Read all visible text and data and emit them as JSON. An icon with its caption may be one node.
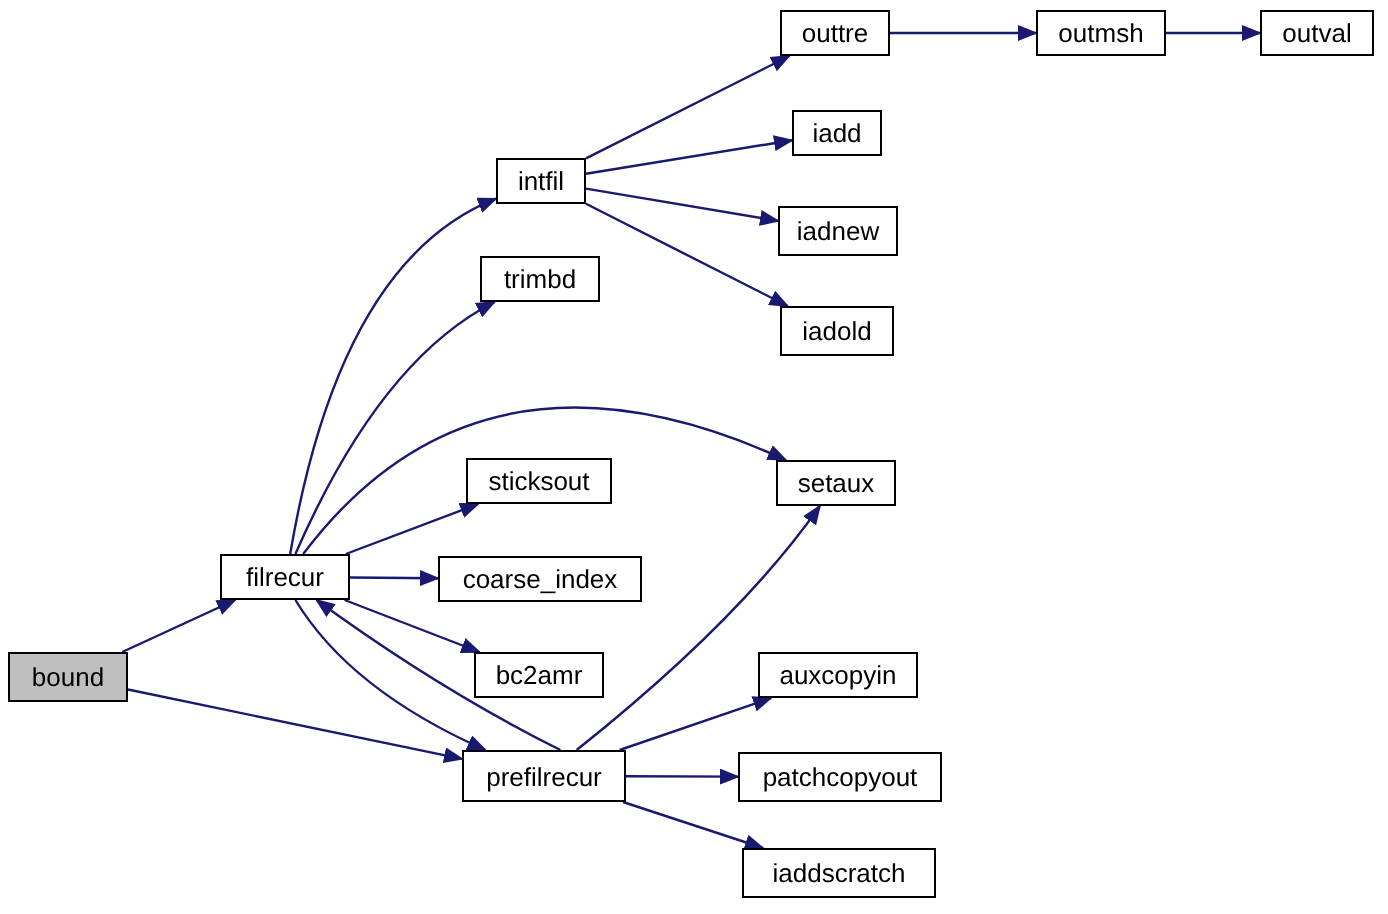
{
  "diagram": {
    "nodes": [
      {
        "text": [
          "bound"
        ]
      },
      {
        "text": [
          "filrecur"
        ]
      },
      {
        "text": [
          "intfil"
        ]
      },
      {
        "text": [
          "trimbd"
        ]
      },
      {
        "text": [
          "sticksout"
        ]
      },
      {
        "text": [
          "coarse_index"
        ]
      },
      {
        "text": [
          "bc2amr"
        ]
      },
      {
        "text": [
          "prefilrecur"
        ]
      },
      {
        "text": [
          "outtre"
        ]
      },
      {
        "text": [
          "outmsh"
        ]
      },
      {
        "text": [
          "outval"
        ]
      },
      {
        "text": [
          "iadd"
        ]
      },
      {
        "text": [
          "iadnew"
        ]
      },
      {
        "text": [
          "iadold"
        ]
      },
      {
        "text": [
          "setaux"
        ]
      },
      {
        "text": [
          "auxcopyin"
        ]
      },
      {
        "text": [
          "patchcopyout"
        ]
      },
      {
        "text": [
          "iaddscratch"
        ]
      }
    ],
    "edges": [
      {
        "from": 0,
        "to": 1,
        "arrow": "to"
      },
      {
        "from": 0,
        "to": 7,
        "arrow": "to"
      },
      {
        "from": 1,
        "to": 2,
        "arrow": "to"
      },
      {
        "from": 1,
        "to": 3,
        "arrow": "to"
      },
      {
        "from": 1,
        "to": 14,
        "arrow": "to"
      },
      {
        "from": 1,
        "to": 4,
        "arrow": "to"
      },
      {
        "from": 1,
        "to": 5,
        "arrow": "to"
      },
      {
        "from": 1,
        "to": 6,
        "arrow": "to"
      },
      {
        "from": 1,
        "to": 7,
        "arrow": "to"
      },
      {
        "from": 7,
        "to": 1,
        "arrow": "to"
      },
      {
        "from": 2,
        "to": 8,
        "arrow": "to"
      },
      {
        "from": 2,
        "to": 11,
        "arrow": "to"
      },
      {
        "from": 2,
        "to": 12,
        "arrow": "to"
      },
      {
        "from": 2,
        "to": 13,
        "arrow": "to"
      },
      {
        "from": 8,
        "to": 9,
        "arrow": "to"
      },
      {
        "from": 9,
        "to": 10,
        "arrow": "to"
      },
      {
        "from": 7,
        "to": 14,
        "arrow": "to"
      },
      {
        "from": 7,
        "to": 15,
        "arrow": "to"
      },
      {
        "from": 7,
        "to": 16,
        "arrow": "to"
      },
      {
        "from": 7,
        "to": 17,
        "arrow": "to"
      }
    ]
  }
}
